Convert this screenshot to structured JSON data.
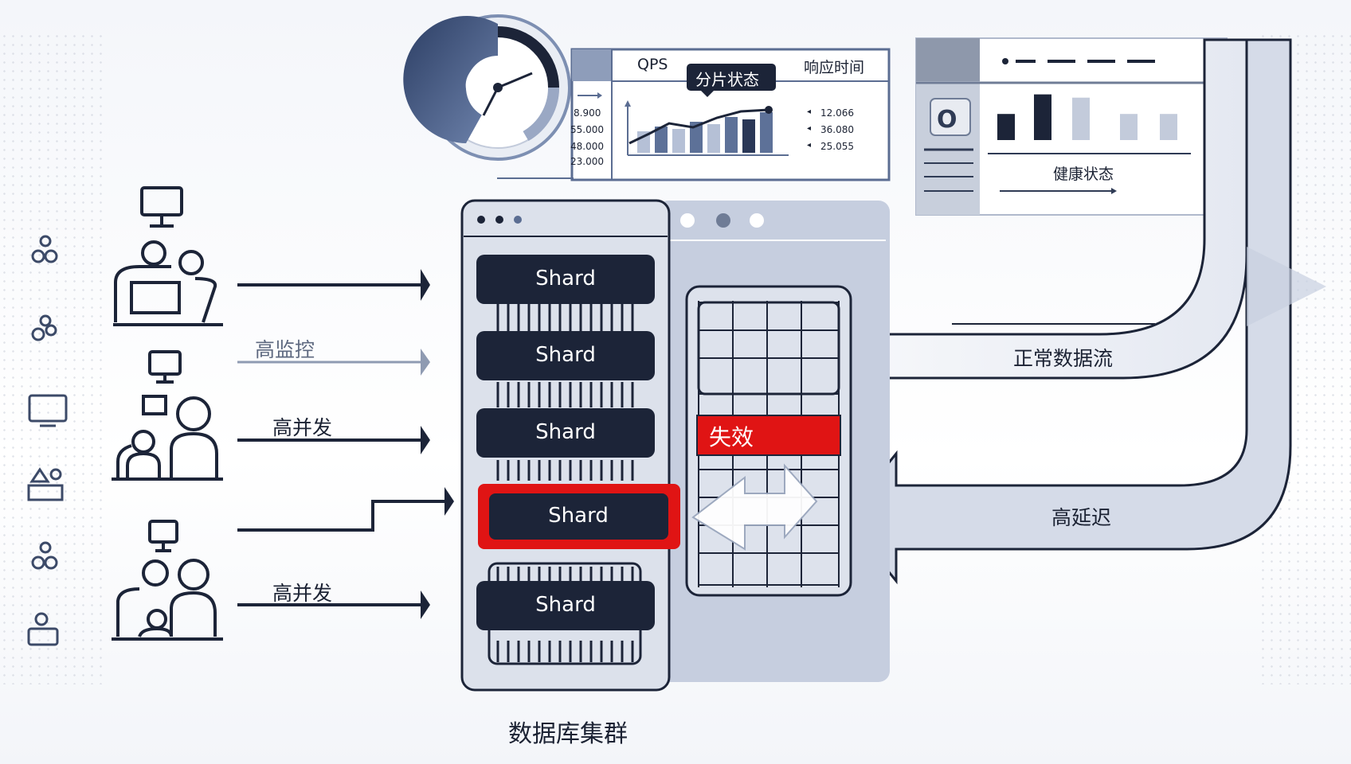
{
  "dashboard": {
    "qps_label": "QPS",
    "shard_status_label": "分片状态",
    "response_time_label": "响应时间",
    "left_axis_values": [
      "8.900",
      "55.000",
      "48.000",
      "23.000"
    ],
    "right_axis_values": [
      "12.066",
      "36.080",
      "25.055"
    ],
    "bar_heights": [
      0.45,
      0.55,
      0.5,
      0.65,
      0.6,
      0.75,
      0.7,
      0.85
    ],
    "colors": {
      "dark": "#2a3757",
      "mid": "#5d7198",
      "light": "#b5c0d6"
    }
  },
  "health_panel": {
    "label": "健康状态",
    "bars": [
      0.4,
      0.7,
      0.65,
      0.4,
      0.4
    ]
  },
  "clients": {
    "labels": [
      "高监控",
      "高并发",
      "高并发"
    ]
  },
  "cluster": {
    "shards": [
      "Shard",
      "Shard",
      "Shard",
      "Shard",
      "Shard"
    ],
    "failed_shard_index": 3,
    "fail_label": "失效",
    "caption": "数据库集群",
    "colors": {
      "shard": "#1c2438",
      "fail": "#e01414"
    }
  },
  "flows": {
    "normal_label": "正常数据流",
    "latency_label": "高延迟"
  }
}
